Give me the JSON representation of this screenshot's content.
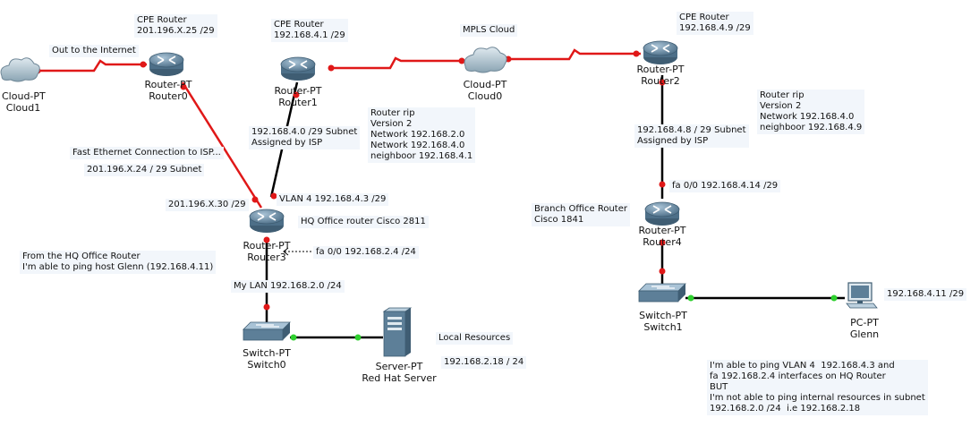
{
  "colors": {
    "serial_link": "#e01818",
    "ethernet_link": "#000000",
    "endpoint_red": "#e01818",
    "endpoint_green": "#2fd02f",
    "router_body": "#5d7f98",
    "note_background": "#f2f6fb"
  },
  "devices": {
    "cloud1": {
      "icon": "cloud-icon",
      "type": "Cloud-PT",
      "name": "Cloud1"
    },
    "router0": {
      "icon": "router-icon",
      "type": "Router-PT",
      "name": "Router0"
    },
    "router1": {
      "icon": "router-icon",
      "type": "Router-PT",
      "name": "Router1"
    },
    "cloud0": {
      "icon": "cloud-icon",
      "type": "Cloud-PT",
      "name": "Cloud0"
    },
    "router2": {
      "icon": "router-icon",
      "type": "Router-PT",
      "name": "Router2"
    },
    "router3": {
      "icon": "router-icon",
      "type": "Router-PT",
      "name": "Router3"
    },
    "router4": {
      "icon": "router-icon",
      "type": "Router-PT",
      "name": "Router4"
    },
    "switch0": {
      "icon": "switch-icon",
      "type": "Switch-PT",
      "name": "Switch0"
    },
    "switch1": {
      "icon": "switch-icon",
      "type": "Switch-PT",
      "name": "Switch1"
    },
    "server": {
      "icon": "server-icon",
      "type": "Server-PT",
      "name": "Red Hat Server"
    },
    "pc": {
      "icon": "pc-icon",
      "type": "PC-PT",
      "name": "Glenn"
    }
  },
  "notes": {
    "cpe_router0": "CPE Router\n201.196.X.25 /29",
    "cpe_router1": "CPE Router\n192.168.4.1 /29",
    "mpls_cloud": "MPLS Cloud",
    "cpe_router2": "CPE Router\n192.168.4.9 /29",
    "out_internet": "Out to the Internet",
    "rip_hq": "Router rip\nVersion 2\nNetwork 192.168.2.0\nNetwork 192.168.4.0\nneighboor 192.168.4.1",
    "rip_branch": "Router rip\nVersion 2\nNetwork 192.168.4.0\nneighboor 192.168.4.9",
    "subnet_hq": "192.168.4.0 /29 Subnet\nAssigned by ISP",
    "subnet_branch": "192.168.4.8 / 29 Subnet\nAssigned by ISP",
    "fast_ethernet": "Fast Ethernet Connection to ISP...",
    "subnet_201": "201.196.X.24 / 29 Subnet",
    "ip_201_30": "201.196.X.30 /29",
    "vlan4": "VLAN 4 192.168.4.3 /29",
    "hq_office_router": "HQ Office router Cisco 2811",
    "fa00_hq": "fa 0/0 192.168.2.4 /24",
    "from_hq": "From the HQ Office Router\nI'm able to ping host Glenn (192.168.4.11)",
    "my_lan": "My LAN 192.168.2.0 /24",
    "branch_office": "Branch Office Router\nCisco 1841",
    "fa00_branch": "fa 0/0 192.168.4.14 /29",
    "glenn_ip": "192.168.4.11 /29",
    "local_resources": "Local Resources",
    "server_ip": "192.168.2.18 / 24",
    "problem": "I'm able to ping VLAN 4  192.168.4.3 and\nfa 192.168.2.4 interfaces on HQ Router\nBUT\nI'm not able to ping internal resources in subnet\n192.168.2.0 /24  i.e 192.168.2.18"
  }
}
